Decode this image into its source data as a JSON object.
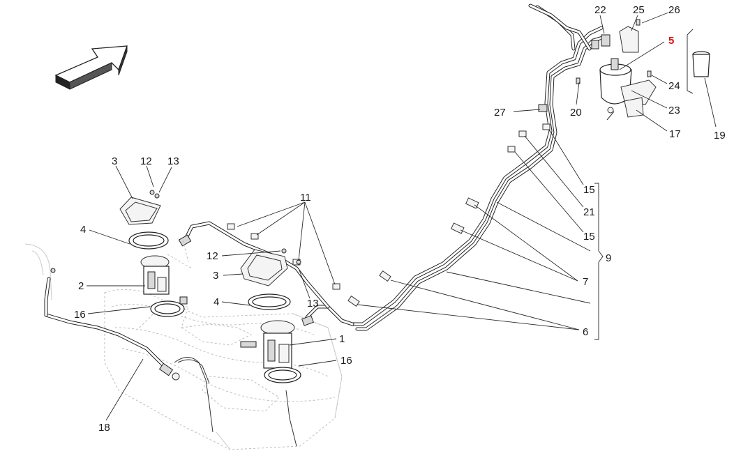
{
  "diagram": {
    "direction_arrow": "direction-arrow",
    "callouts": [
      {
        "id": "c1",
        "text": "1",
        "highlight": false
      },
      {
        "id": "c2",
        "text": "2",
        "highlight": false
      },
      {
        "id": "c3a",
        "text": "3",
        "highlight": false
      },
      {
        "id": "c3b",
        "text": "3",
        "highlight": false
      },
      {
        "id": "c4a",
        "text": "4",
        "highlight": false
      },
      {
        "id": "c4b",
        "text": "4",
        "highlight": false
      },
      {
        "id": "c5",
        "text": "5",
        "highlight": true
      },
      {
        "id": "c6",
        "text": "6",
        "highlight": false
      },
      {
        "id": "c7",
        "text": "7",
        "highlight": false
      },
      {
        "id": "c9",
        "text": "9",
        "highlight": false
      },
      {
        "id": "c11",
        "text": "11",
        "highlight": false
      },
      {
        "id": "c12a",
        "text": "12",
        "highlight": false
      },
      {
        "id": "c12b",
        "text": "12",
        "highlight": false
      },
      {
        "id": "c13a",
        "text": "13",
        "highlight": false
      },
      {
        "id": "c13b",
        "text": "13",
        "highlight": false
      },
      {
        "id": "c15a",
        "text": "15",
        "highlight": false
      },
      {
        "id": "c15b",
        "text": "15",
        "highlight": false
      },
      {
        "id": "c16a",
        "text": "16",
        "highlight": false
      },
      {
        "id": "c16b",
        "text": "16",
        "highlight": false
      },
      {
        "id": "c17",
        "text": "17",
        "highlight": false
      },
      {
        "id": "c18",
        "text": "18",
        "highlight": false
      },
      {
        "id": "c19",
        "text": "19",
        "highlight": false
      },
      {
        "id": "c20",
        "text": "20",
        "highlight": false
      },
      {
        "id": "c21",
        "text": "21",
        "highlight": false
      },
      {
        "id": "c22",
        "text": "22",
        "highlight": false
      },
      {
        "id": "c23",
        "text": "23",
        "highlight": false
      },
      {
        "id": "c24",
        "text": "24",
        "highlight": false
      },
      {
        "id": "c25",
        "text": "25",
        "highlight": false
      },
      {
        "id": "c26",
        "text": "26",
        "highlight": false
      },
      {
        "id": "c27",
        "text": "27",
        "highlight": false
      }
    ],
    "colors": {
      "line": "#222222",
      "highlight": "#d81010",
      "ghost": "#bdbdbd",
      "background": "#ffffff"
    }
  }
}
